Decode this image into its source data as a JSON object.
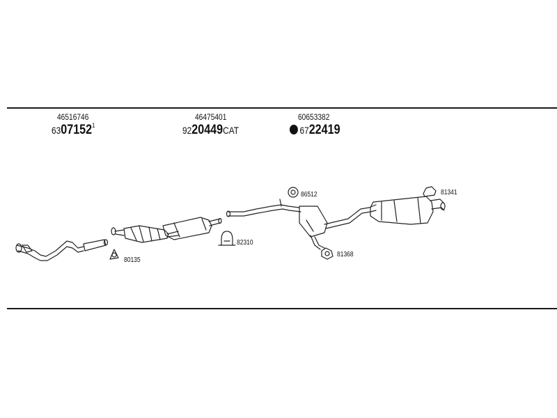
{
  "groups": [
    {
      "oe": "46516746",
      "prefix": "63",
      "code": "07152",
      "suffix": "",
      "superscript": "1",
      "dot": false
    },
    {
      "oe": "46475401",
      "prefix": "92",
      "code": "20449",
      "suffix": "CAT",
      "superscript": "",
      "dot": false
    },
    {
      "oe": "60653382",
      "prefix": "67",
      "code": "22419",
      "suffix": "",
      "superscript": "",
      "dot": true
    }
  ],
  "part_labels": {
    "p86512": "86512",
    "p81341": "81341",
    "p82310": "82310",
    "p80135": "80135",
    "p81368": "81368"
  }
}
